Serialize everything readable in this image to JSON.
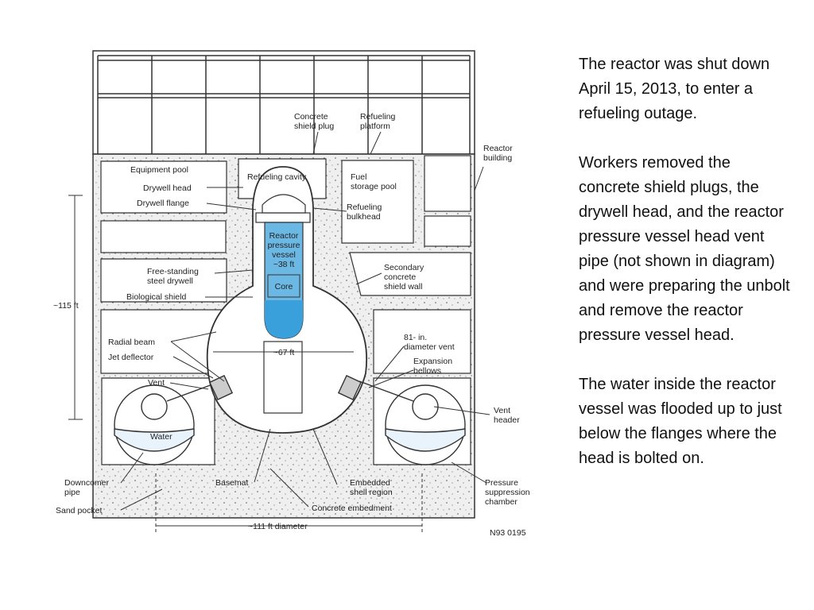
{
  "diagram": {
    "labels": {
      "concrete_shield_plug": [
        "Concrete",
        "shield plug"
      ],
      "refueling_platform": [
        "Refueling",
        "platform"
      ],
      "reactor_building": [
        "Reactor",
        "building"
      ],
      "equipment_pool": "Equipment pool",
      "refueling_cavity": "Refueling cavity",
      "fuel_storage_pool": [
        "Fuel",
        "storage pool"
      ],
      "drywell_head": "Drywell head",
      "drywell_flange": "Drywell flange",
      "refueling_bulkhead": [
        "Refueling",
        "bulkhead"
      ],
      "reactor_pressure_vessel": [
        "Reactor",
        "pressure",
        "vessel",
        "~38 ft"
      ],
      "core": "Core",
      "free_standing_drywell": [
        "Free-standing",
        "steel drywell"
      ],
      "secondary_wall": [
        "Secondary",
        "concrete",
        "shield wall"
      ],
      "biological_shield": "Biological shield",
      "height_dim": "~115 ft",
      "radial_beam": "Radial beam",
      "jet_deflector": "Jet deflector",
      "diameter_67": "~67 ft",
      "vent_81": [
        "81- in.",
        "diameter vent"
      ],
      "expansion_bellows": [
        "Expansion",
        "bellows"
      ],
      "vent": "Vent",
      "water": "Water",
      "vent_header": [
        "Vent",
        "header"
      ],
      "downcomer_pipe": [
        "Downcomer",
        "pipe"
      ],
      "sand_pocket": "Sand pocket",
      "basemat": "Basemat",
      "embedded_shell": [
        "Embedded",
        "shell region"
      ],
      "concrete_embedment": "Concrete embedment",
      "pressure_suppression": [
        "Pressure",
        "suppression",
        "chamber"
      ],
      "diameter_111": "~111 ft diameter",
      "figure_id": "N93 0195"
    },
    "colors": {
      "vessel": "#6cb8e4",
      "water": "#3aa0dc",
      "line": "#333333",
      "concrete": "#ececec"
    }
  },
  "text": {
    "paragraphs": [
      "The reactor was shut down April 15, 2013, to enter a refueling outage.",
      "Workers removed the concrete shield plugs, the drywell head, and the reactor pressure vessel head vent pipe (not shown in diagram) and were preparing the unbolt and remove the reactor pressure vessel head.",
      "The water inside the reactor vessel was flooded up to just below the flanges where the head is bolted on."
    ]
  }
}
